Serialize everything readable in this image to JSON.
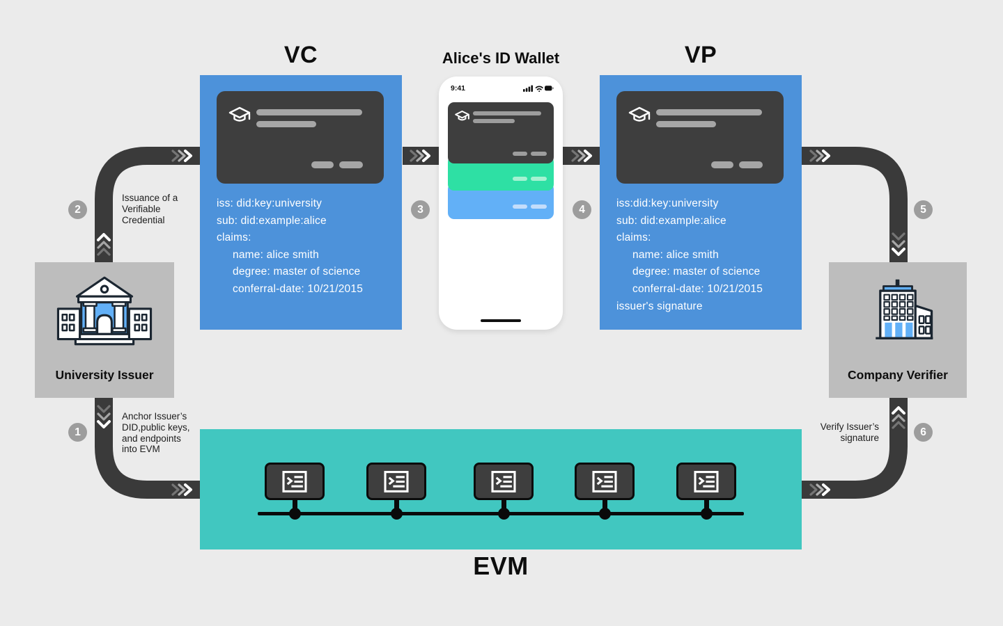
{
  "colors": {
    "bg": "#ebebeb",
    "road": "#3a3a3a",
    "accent-blue": "#4d92da",
    "teal": "#41c7c0",
    "box-gray": "#bdbdbd",
    "step-gray": "#9d9d9d",
    "card-dark": "#3e3e3e",
    "card-line": "#a6a6a6",
    "mint": "#2ee0a4",
    "card-blue": "#62b0f7",
    "icon-dark": "#1b2631"
  },
  "titles": {
    "vc": "VC",
    "wallet": "Alice's ID Wallet",
    "vp": "VP",
    "evm": "EVM"
  },
  "actors": {
    "issuer": "University Issuer",
    "verifier": "Company Verifier"
  },
  "vc_panel": {
    "line1": "iss: did:key:university",
    "line2": "sub: did:example:alice",
    "line3": "claims:",
    "line4": "name: alice smith",
    "line5": "degree: master of science",
    "line6": "conferral-date: 10/21/2015"
  },
  "vp_panel": {
    "line1": "iss:did:key:university",
    "line2": "sub: did:example:alice",
    "line3": "claims:",
    "line4": "name: alice smith",
    "line5": "degree: master of science",
    "line6": "conferral-date: 10/21/2015",
    "line7": "issuer's signature"
  },
  "wallet": {
    "time": "9:41"
  },
  "steps": {
    "s1": "1",
    "s2": "2",
    "s3": "3",
    "s4": "4",
    "s5": "5",
    "s6": "6"
  },
  "flow_labels": {
    "issuance": "Issuance of a\nVerifiable\nCredential",
    "anchor": "Anchor Issuer’s\nDID,public keys,\nand endpoints\ninto EVM",
    "verify": "Verify Issuer’s\nsignature"
  }
}
